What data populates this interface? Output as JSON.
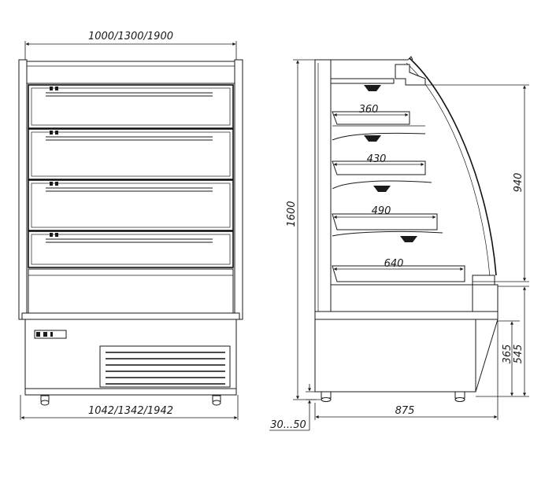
{
  "dimensions": {
    "top_width": "1000/1300/1900",
    "bottom_width": "1042/1342/1942",
    "total_height": "1600",
    "shelf_1": "360",
    "shelf_2": "430",
    "shelf_3": "490",
    "shelf_4": "640",
    "display_height": "940",
    "base_height_1": "365",
    "base_height_2": "545",
    "depth": "875",
    "foot_adjust": "30...50"
  }
}
